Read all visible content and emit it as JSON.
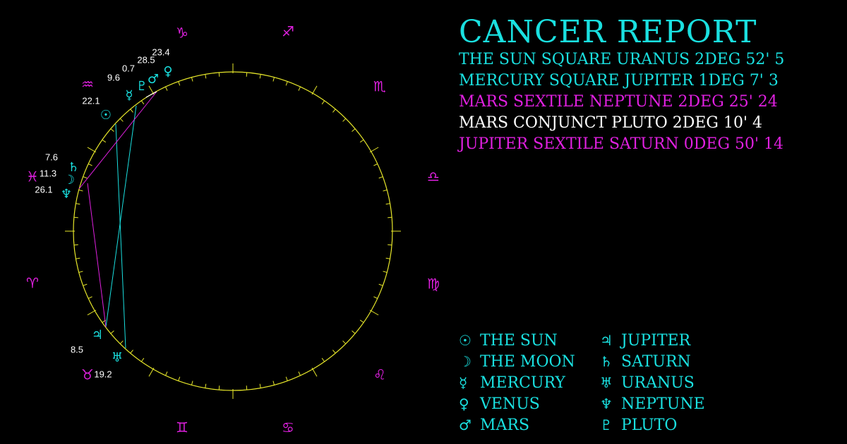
{
  "report": {
    "title": "CANCER REPORT",
    "aspects": [
      {
        "text": "THE SUN SQUARE URANUS 2DEG 52' 5",
        "color": "#1ae0e0"
      },
      {
        "text": "MERCURY SQUARE JUPITER 1DEG 7' 3",
        "color": "#1ae0e0"
      },
      {
        "text": "MARS SEXTILE NEPTUNE 2DEG 25' 24",
        "color": "#e020e0"
      },
      {
        "text": "MARS CONJUNCT PLUTO 2DEG 10' 4",
        "color": "#ffffff"
      },
      {
        "text": "JUPITER SEXTILE SATURN 0DEG 50' 14",
        "color": "#e020e0"
      }
    ]
  },
  "legend": [
    {
      "glyph": "☉",
      "name": "THE SUN",
      "icon": "sun-icon"
    },
    {
      "glyph": "☽",
      "name": "THE MOON",
      "icon": "moon-icon"
    },
    {
      "glyph": "☿",
      "name": "MERCURY",
      "icon": "mercury-icon"
    },
    {
      "glyph": "♀",
      "name": "VENUS",
      "icon": "venus-icon"
    },
    {
      "glyph": "♂",
      "name": "MARS",
      "icon": "mars-icon"
    },
    {
      "glyph": "♃",
      "name": "JUPITER",
      "icon": "jupiter-icon"
    },
    {
      "glyph": "♄",
      "name": "SATURN",
      "icon": "saturn-icon"
    },
    {
      "glyph": "♅",
      "name": "URANUS",
      "icon": "uranus-icon"
    },
    {
      "glyph": "♆",
      "name": "NEPTUNE",
      "icon": "neptune-icon"
    },
    {
      "glyph": "♇",
      "name": "PLUTO",
      "icon": "pluto-icon"
    }
  ],
  "wheel": {
    "colors": {
      "circle": "#e6e62a",
      "sign": "#e020e0",
      "planet": "#1ae0e0",
      "degree": "#ffffff"
    },
    "signs": [
      {
        "glyph": "♑",
        "icon": "capricorn-icon"
      },
      {
        "glyph": "♐",
        "icon": "sagittarius-icon"
      },
      {
        "glyph": "♏",
        "icon": "scorpio-icon"
      },
      {
        "glyph": "♎",
        "icon": "libra-icon"
      },
      {
        "glyph": "♍",
        "icon": "virgo-icon"
      },
      {
        "glyph": "♌",
        "icon": "leo-icon"
      },
      {
        "glyph": "♋",
        "icon": "cancer-icon"
      },
      {
        "glyph": "♊",
        "icon": "gemini-icon"
      },
      {
        "glyph": "♉",
        "icon": "taurus-icon"
      },
      {
        "glyph": "♈",
        "icon": "aries-icon"
      },
      {
        "glyph": "♓",
        "icon": "pisces-icon"
      },
      {
        "glyph": "♒",
        "icon": "aquarius-icon"
      }
    ],
    "planets": [
      {
        "glyph": "☉",
        "icon": "sun-icon",
        "degree": "22.1"
      },
      {
        "glyph": "☿",
        "icon": "mercury-icon",
        "degree": "9.6"
      },
      {
        "glyph": "♇",
        "icon": "pluto-icon",
        "degree": "0.7"
      },
      {
        "glyph": "♂",
        "icon": "mars-icon",
        "degree": "28.5"
      },
      {
        "glyph": "♀",
        "icon": "venus-icon",
        "degree": "23.4"
      },
      {
        "glyph": "♄",
        "icon": "saturn-icon",
        "degree": "7.6"
      },
      {
        "glyph": "☽",
        "icon": "moon-icon",
        "degree": "11.3"
      },
      {
        "glyph": "♆",
        "icon": "neptune-icon",
        "degree": "26.1"
      },
      {
        "glyph": "♃",
        "icon": "jupiter-icon",
        "degree": "8.5"
      },
      {
        "glyph": "♅",
        "icon": "uranus-icon",
        "degree": "19.2"
      }
    ],
    "aspect_lines": [
      {
        "from": "sun",
        "to": "uranus",
        "color": "#1ae0e0"
      },
      {
        "from": "mercury",
        "to": "jupiter",
        "color": "#1ae0e0"
      },
      {
        "from": "mars",
        "to": "neptune",
        "color": "#e020e0"
      },
      {
        "from": "mars",
        "to": "pluto",
        "color": "#ffffff"
      },
      {
        "from": "jupiter",
        "to": "saturn",
        "color": "#e020e0"
      }
    ]
  }
}
